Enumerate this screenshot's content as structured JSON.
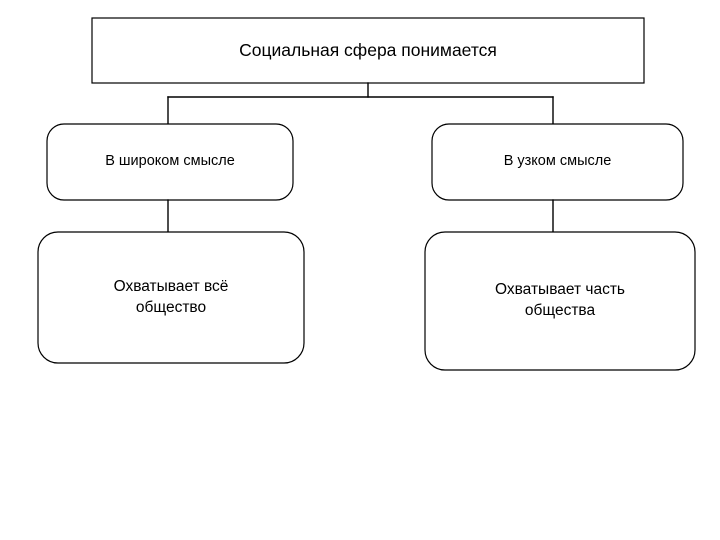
{
  "diagram": {
    "type": "hierarchy-tree",
    "orientation": "top-down",
    "language": "ru",
    "background_color": "#ffffff",
    "line_color": "#000000",
    "text_color": "#000000",
    "root": {
      "id": "root",
      "label": "Социальная сфера понимается",
      "shape": "rectangle"
    },
    "branches": [
      {
        "id": "broad",
        "label": "В широком смысле",
        "shape": "rounded-rectangle",
        "child": {
          "id": "broad-desc",
          "label": "Охватывает всё\nобщество",
          "shape": "rounded-rectangle"
        }
      },
      {
        "id": "narrow",
        "label": "В узком смысле",
        "shape": "rounded-rectangle",
        "child": {
          "id": "narrow-desc",
          "label": "Охватывает часть\nобщества",
          "shape": "rounded-rectangle"
        }
      }
    ]
  }
}
